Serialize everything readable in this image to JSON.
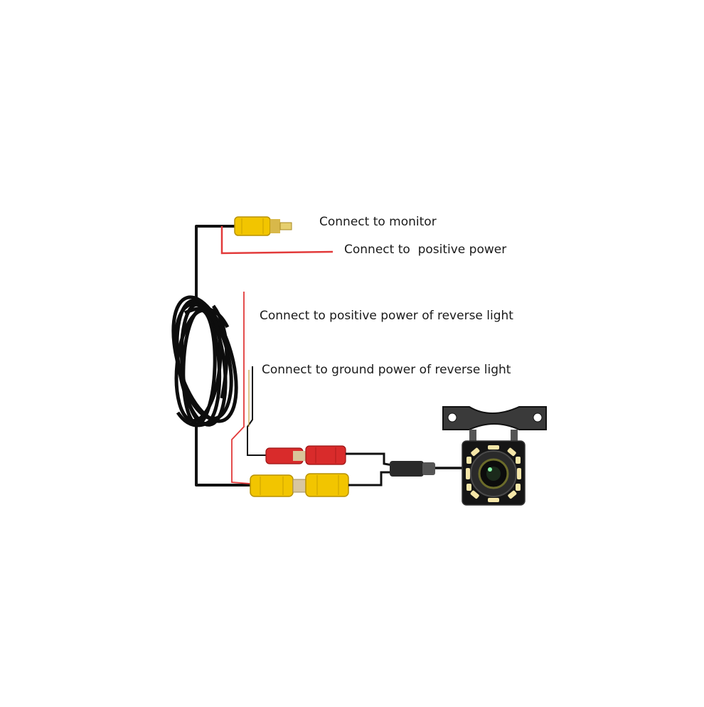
{
  "labels": {
    "monitor": "Connect to monitor",
    "positive_power": "Connect to  positive power",
    "reverse_positive": "Connect to positive power of reverse light",
    "reverse_ground": "Connect to ground power of reverse light"
  },
  "colors": {
    "cable": "#111111",
    "rca_yellow": "#f2c500",
    "rca_red": "#d92b2b",
    "wire_red": "#e23a3a",
    "led": "#f5e6a8",
    "camera_body": "#151515"
  }
}
